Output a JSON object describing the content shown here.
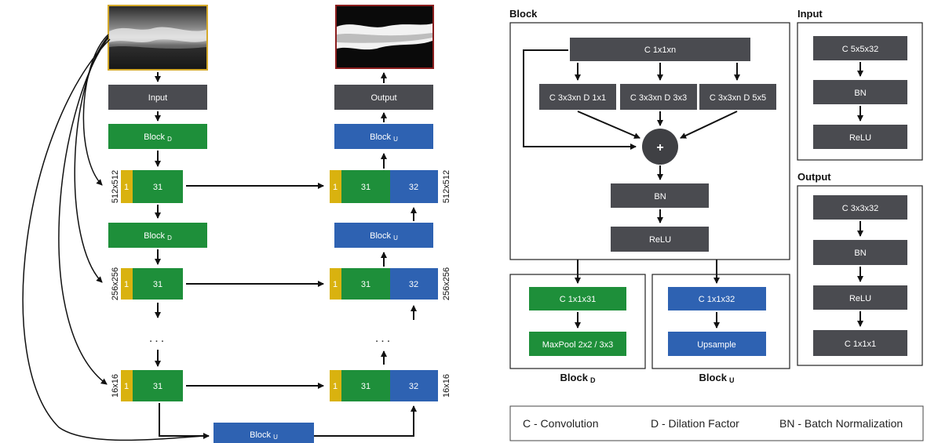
{
  "colors": {
    "dark_box": "#4a4b50",
    "green_block": "#1e8f3a",
    "blue_block": "#2e62b2",
    "yellow_block": "#d9b20f",
    "input_frame": "#d4a92a",
    "output_frame": "#8b1e1e",
    "plus_circle": "#3f4044"
  },
  "unet": {
    "input_label": "Input",
    "output_label": "Output",
    "block_d_main": "Block",
    "block_d_sub": "D",
    "block_u_main": "Block",
    "block_u_sub": "U",
    "yellow_value": "1",
    "green_value": "31",
    "blue_value": "32",
    "ellipsis": "...",
    "size_512": "512x512",
    "size_256": "256x256",
    "size_16": "16x16"
  },
  "block": {
    "title": "Block",
    "conv_1x1": "C 1x1xn",
    "conv_d1": "C 3x3xn D 1x1",
    "conv_d3": "C 3x3xn D 3x3",
    "conv_d5": "C 3x3xn D 5x5",
    "plus": "+",
    "bn": "BN",
    "relu": "ReLU"
  },
  "block_d": {
    "label_main": "Block",
    "label_sub": "D",
    "conv": "C 1x1x31",
    "pool": "MaxPool 2x2 / 3x3"
  },
  "block_u": {
    "label_main": "Block",
    "label_sub": "U",
    "conv": "C 1x1x32",
    "upsample": "Upsample"
  },
  "input_panel": {
    "title": "Input",
    "conv": "C 5x5x32",
    "bn": "BN",
    "relu": "ReLU"
  },
  "output_panel": {
    "title": "Output",
    "conv": "C 3x3x32",
    "bn": "BN",
    "relu": "ReLU",
    "conv_final": "C 1x1x1"
  },
  "legend": {
    "convolution": "C - Convolution",
    "dilation": "D - Dilation Factor",
    "batchnorm": "BN - Batch Normalization"
  }
}
